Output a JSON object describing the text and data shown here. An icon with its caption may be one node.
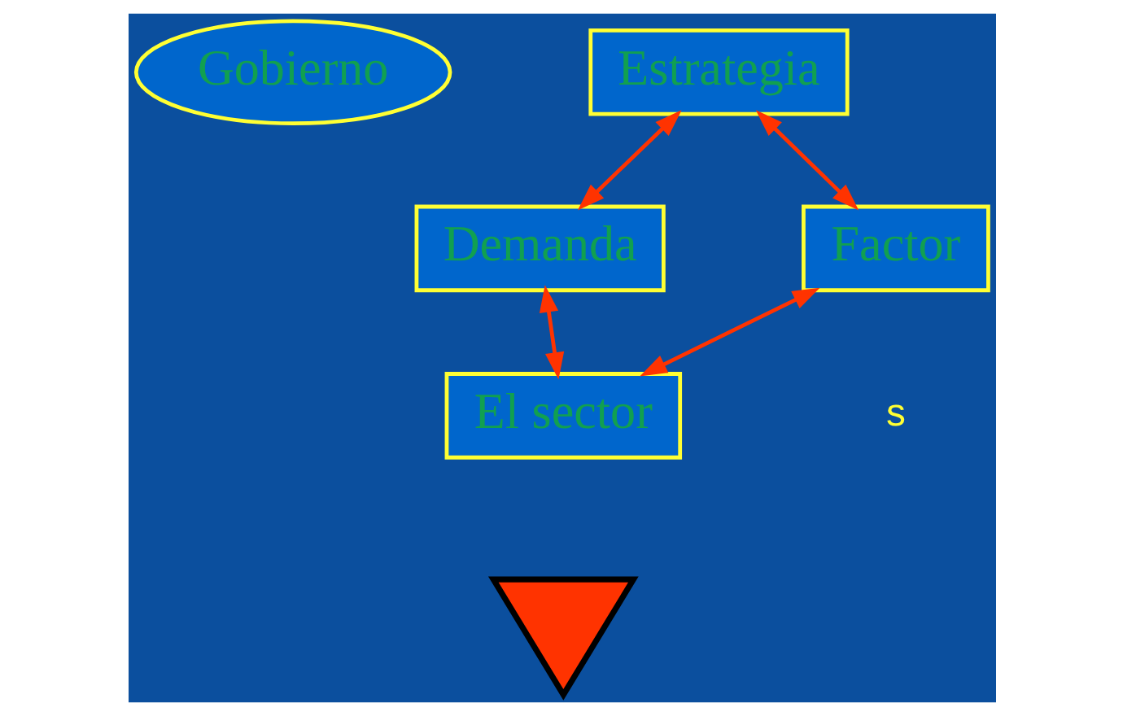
{
  "diagram": {
    "nodes": [
      {
        "text": [
          "Gobierno"
        ]
      },
      {
        "text": [
          "Estrategia"
        ]
      },
      {
        "text": [
          "Factor"
        ]
      },
      {
        "text": [
          "Demanda"
        ]
      },
      {
        "text": [
          "El sector"
        ]
      },
      {
        "text": [],
        "shape": "arrow"
      }
    ],
    "edges": [
      {
        "from": 1,
        "to": 2,
        "arrow": "both"
      },
      {
        "from": 1,
        "to": 3,
        "arrow": "both"
      },
      {
        "from": 2,
        "to": 4,
        "arrow": "both"
      },
      {
        "from": 3,
        "to": 4,
        "arrow": "both"
      }
    ],
    "labels": [
      "s"
    ]
  }
}
